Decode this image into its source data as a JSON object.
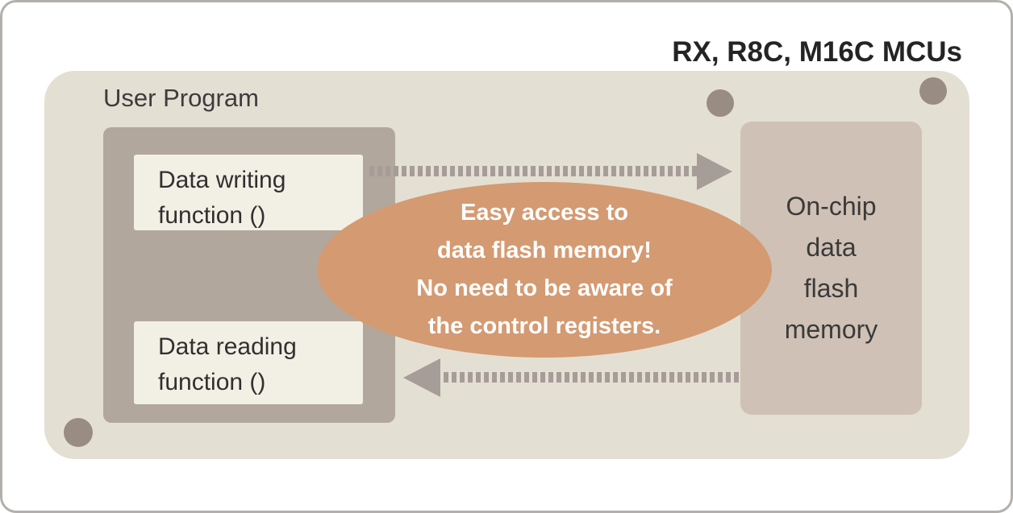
{
  "title": "RX, R8C, M16C MCUs",
  "user_program": {
    "label": "User Program",
    "writing_function": {
      "line1": "Data writing",
      "line2": "function ()"
    },
    "reading_function": {
      "line1": "Data reading",
      "line2": "function ()"
    }
  },
  "memory_box": {
    "line1": "On-chip",
    "line2": "data",
    "line3": "flash",
    "line4": "memory"
  },
  "callout": {
    "line1": "Easy access to",
    "line2": "data flash memory!",
    "line3": "No need to be aware of",
    "line4": "the control registers."
  },
  "colors": {
    "card_background": "#ffffff",
    "card_border": "#b3b0ac",
    "mcu_body": "#e4dfd3",
    "program_block": "#b2a79c",
    "function_box": "#f2efe4",
    "memory_box": "#cfc1b5",
    "callout_ellipse": "#d49a72",
    "callout_text": "#ffffff",
    "arrow": "#a69d98",
    "screw": "#998c83",
    "text_dark": "#303030"
  }
}
